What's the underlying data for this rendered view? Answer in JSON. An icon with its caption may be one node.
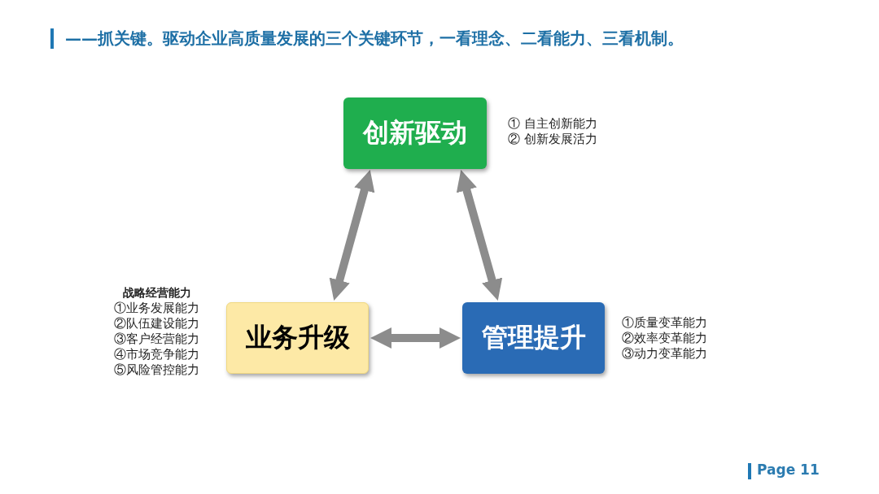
{
  "diagram": {
    "title": "——抓关键。驱动企业高质量发展的三个关键环节，一看理念、二看能力、三看机制。",
    "nodes": [
      {
        "text": [
          "创新驱动"
        ],
        "beside": [
          "① 自主创新能力",
          "② 创新发展活力"
        ]
      },
      {
        "text": [
          "业务升级"
        ],
        "beside": [
          "战略经营能力",
          "①业务发展能力",
          "②队伍建设能力",
          "③客户经营能力",
          "④市场竞争能力",
          "⑤风险管控能力"
        ]
      },
      {
        "text": [
          "管理提升"
        ],
        "beside": [
          "①质量变革能力",
          "②效率变革能力",
          "③动力变革能力"
        ]
      }
    ],
    "edges": [
      {
        "from": 0,
        "to": 1,
        "arrow": "both"
      },
      {
        "from": 0,
        "to": 2,
        "arrow": "both"
      },
      {
        "from": 1,
        "to": 2,
        "arrow": "both"
      }
    ],
    "labels": [
      "Page 11"
    ]
  }
}
